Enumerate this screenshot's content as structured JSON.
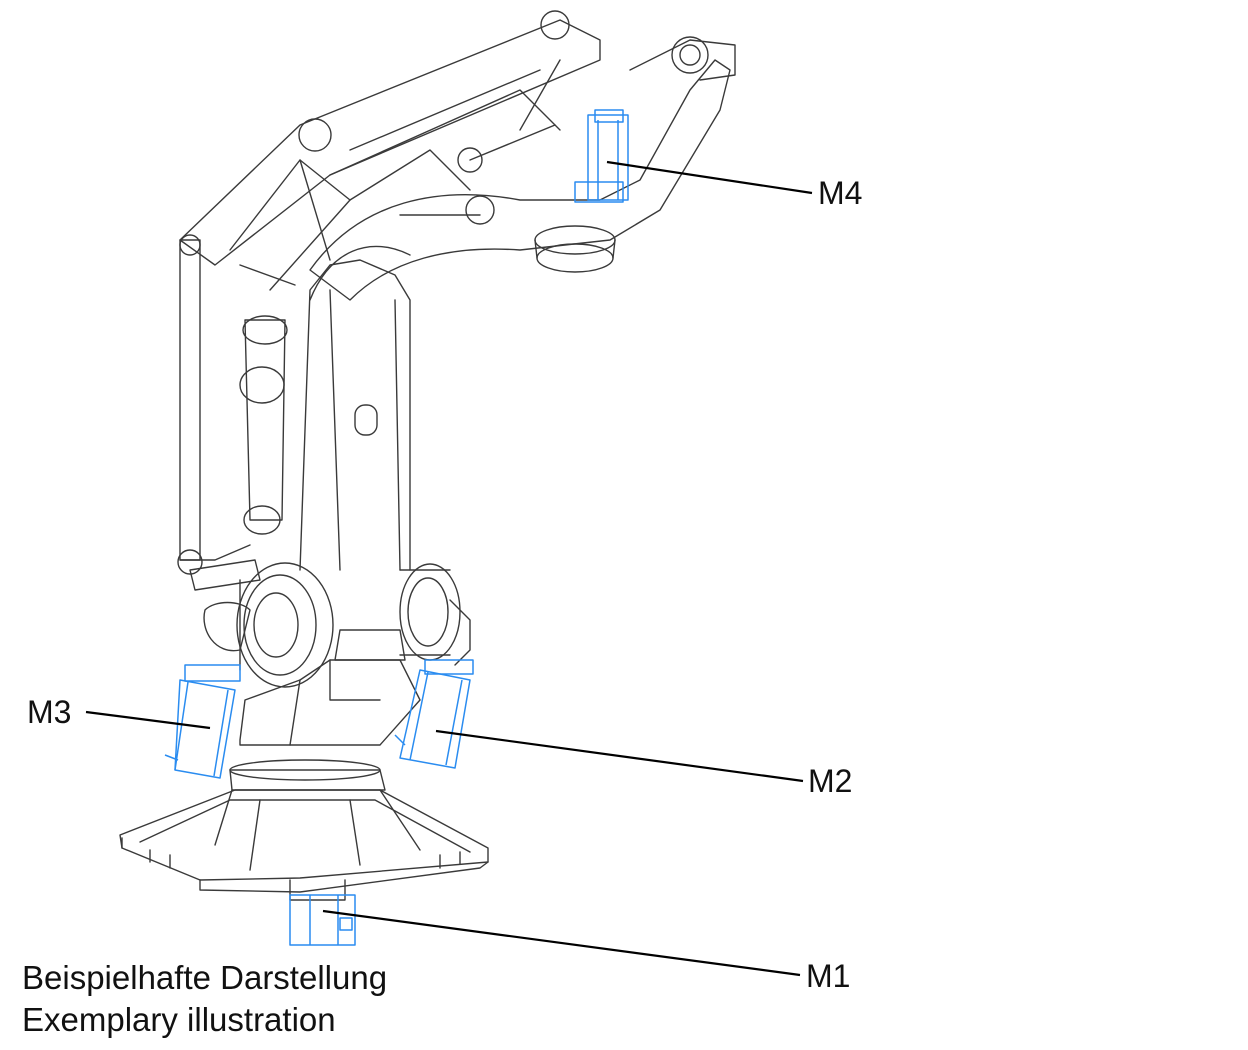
{
  "figure": {
    "colors": {
      "outline": "#3a3a3a",
      "motor": "#2a8cf0",
      "leader": "#000000"
    },
    "motors": [
      {
        "id": "m4",
        "label": "M4"
      },
      {
        "id": "m3",
        "label": "M3"
      },
      {
        "id": "m2",
        "label": "M2"
      },
      {
        "id": "m1",
        "label": "M1"
      }
    ],
    "caption": {
      "line_de": "Beispielhafte Darstellung",
      "line_en": "Exemplary illustration"
    }
  }
}
